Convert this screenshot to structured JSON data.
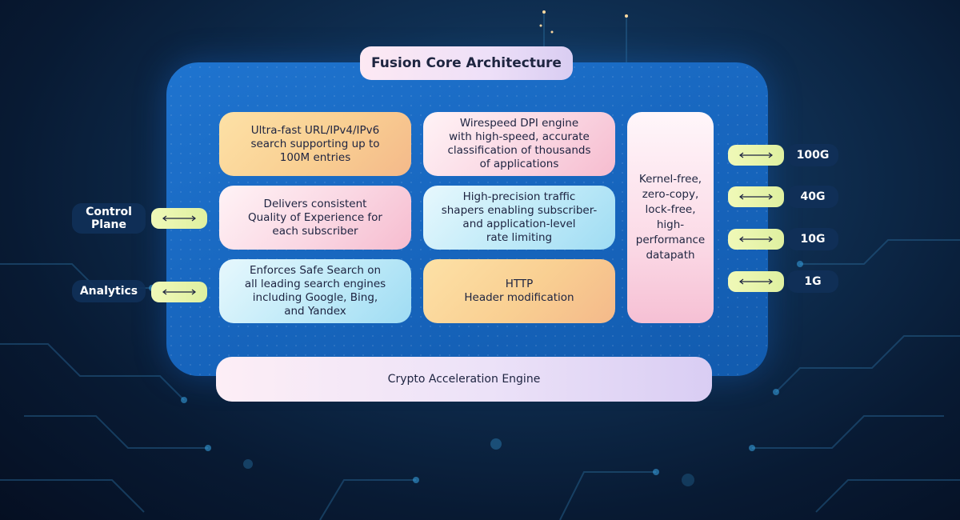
{
  "title": "Fusion Core Architecture",
  "boxes": {
    "url_search": "Ultra-fast URL/IPv4/IPv6\nsearch supporting up to\n100M entries",
    "dpi_engine": "Wirespeed DPI engine\nwith high-speed, accurate\nclassification of thousands\nof applications",
    "qoe": "Delivers consistent\nQuality of Experience for\neach subscriber",
    "traffic_shapers": "High-precision traffic\nshapers enabling subscriber-\nand application-level\nrate limiting",
    "safe_search": "Enforces Safe Search on\nall leading search engines\nincluding Google, Bing,\nand Yandex",
    "http": "HTTP\nHeader modification",
    "datapath": "Kernel-free,\nzero-copy,\nlock-free,\nhigh-\nperformance\ndatapath",
    "crypto": "Crypto Acceleration Engine"
  },
  "left_labels": {
    "control_plane": "Control\nPlane",
    "analytics": "Analytics"
  },
  "right_labels": {
    "g100": "100G",
    "g40": "40G",
    "g10": "10G",
    "g1": "1G"
  },
  "colors": {
    "core": "#1765bd",
    "arrow_pill": "#e8f5a8",
    "label_pill": "#103058"
  }
}
